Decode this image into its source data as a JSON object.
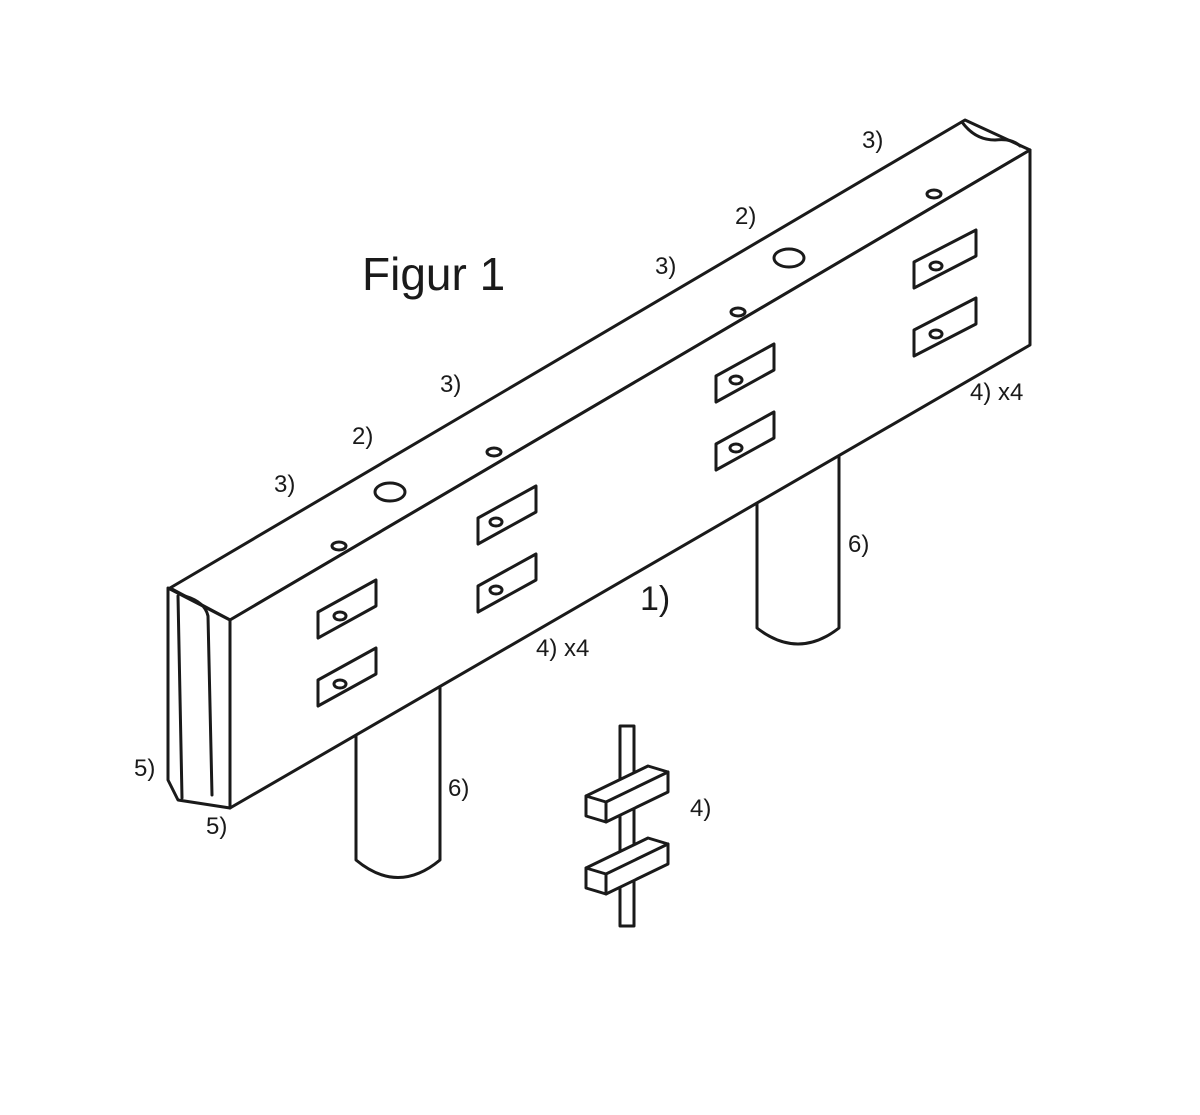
{
  "figure": {
    "title": "Figur 1",
    "labels": {
      "main_body": "1)",
      "hole_large_top_right": "2)",
      "hole_large_top_left": "2)",
      "hole_small_top_right": "3)",
      "hole_small_mid_right": "3)",
      "hole_small_mid_left": "3)",
      "hole_small_left": "3)",
      "anchors_right": "4) x4",
      "anchors_left": "4) x4",
      "anchor_detail": "4)",
      "end_profile_a": "5)",
      "end_profile_b": "5)",
      "post_right": "6)",
      "post_left": "6)"
    }
  }
}
